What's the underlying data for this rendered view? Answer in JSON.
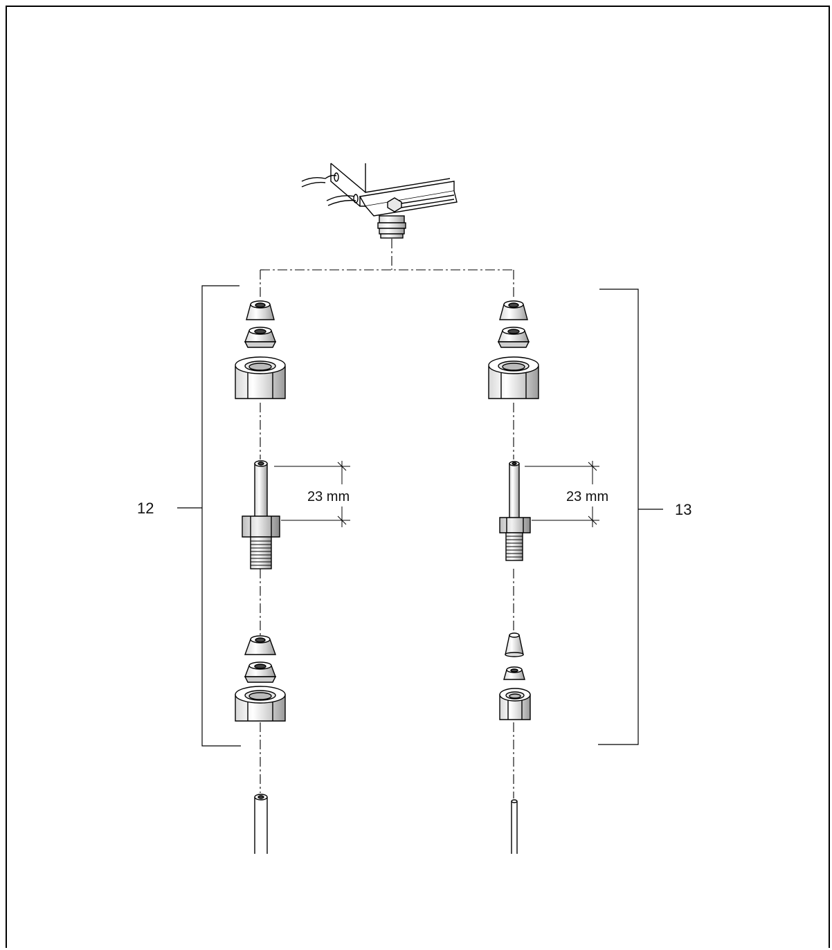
{
  "diagram": {
    "callouts": {
      "left_group": "12",
      "right_group": "13"
    },
    "dimensions": {
      "left_stub_length": "23 mm",
      "right_stub_length": "23 mm"
    }
  }
}
